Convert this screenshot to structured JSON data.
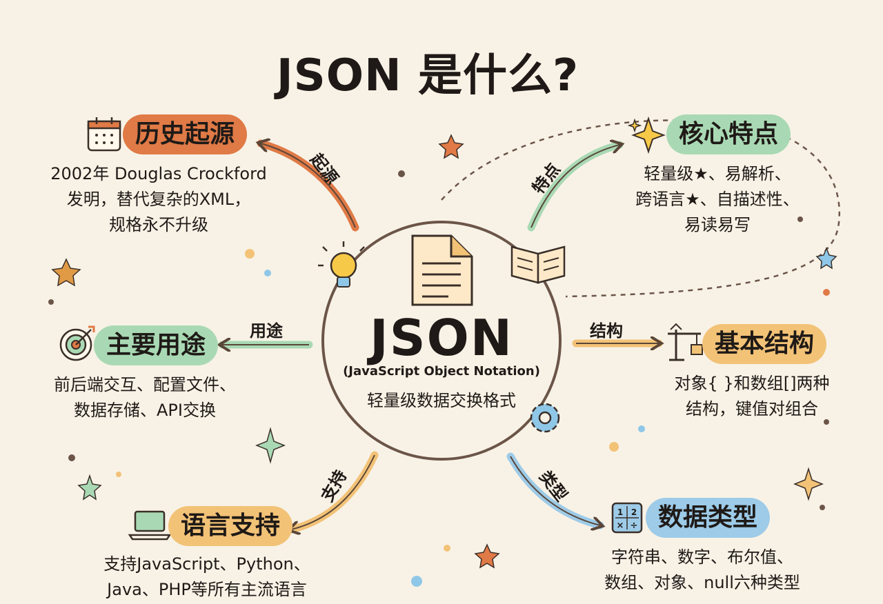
{
  "title": "JSON 是什么?",
  "center": {
    "name": "JSON",
    "full_name": "(JavaScript Object Notation)",
    "subtitle": "轻量级数据交换格式"
  },
  "branches": {
    "history": {
      "label": "历史起源",
      "arrow_label": "起源",
      "lines": [
        "2002年 Douglas Crockford",
        "发明，替代复杂的XML，",
        "规格永不升级"
      ],
      "color": "#e07a46",
      "icon": "calendar-icon"
    },
    "features": {
      "label": "核心特点",
      "arrow_label": "特点",
      "lines": [
        "轻量级★、易解析、",
        "跨语言★、自描述性、",
        "易读易写"
      ],
      "color": "#a9d9b4",
      "icon": "sparkle-icon"
    },
    "usage": {
      "label": "主要用途",
      "arrow_label": "用途",
      "lines": [
        "前后端交互、配置文件、",
        "数据存储、API交换"
      ],
      "color": "#a9d9b4",
      "icon": "target-icon"
    },
    "structure": {
      "label": "基本结构",
      "arrow_label": "结构",
      "lines": [
        "对象{ }和数组[]两种",
        "结构，键值对组合"
      ],
      "color": "#f2c277",
      "icon": "crane-icon"
    },
    "language": {
      "label": "语言支持",
      "arrow_label": "支持",
      "lines": [
        "支持JavaScript、Python、",
        "Java、PHP等所有主流语言"
      ],
      "color": "#f2c277",
      "icon": "laptop-icon"
    },
    "types": {
      "label": "数据类型",
      "arrow_label": "类型",
      "lines": [
        "字符串、数字、布尔值、",
        "数组、对象、null六种类型"
      ],
      "color": "#9dcbe8",
      "icon": "calculator-icon",
      "icon_glyphs": [
        "1",
        "2",
        "×",
        "÷"
      ]
    }
  },
  "decor_icons": [
    "lightbulb-icon",
    "book-icon",
    "gear-icon",
    "document-icon"
  ]
}
